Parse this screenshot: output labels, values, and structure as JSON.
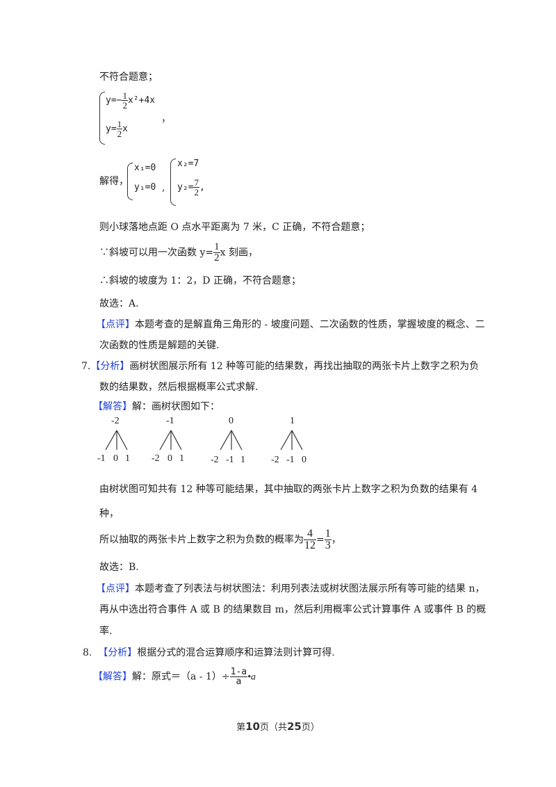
{
  "lines": {
    "l1": "不符合题意；",
    "sys1_eq1_prefix": "y=−",
    "sys1_eq1_suffix": "x²+4x",
    "sys1_eq2_prefix": "y=",
    "sys1_eq2_suffix": "x",
    "sys1_comma": "，",
    "solve_label": "解得，",
    "sol1_x": "x₁=0",
    "sol1_y": "y₁=0",
    "sol2_x": "x₂=7",
    "sol2_y_prefix": "y₂=",
    "l_ball": "则小球落地点距 O 点水平距离为 7 米，C 正确，不符合题意；",
    "l_since_prefix": "∵斜坡可以用一次函数 y=",
    "l_since_suffix": "x 刻画，",
    "l_therefore": "∴斜坡的坡度为 1：2，D 正确，不符合题意；",
    "l_choose_A": "故选：A.",
    "review6_tag": "【点评】",
    "review6_text1": "本题考查的是解直角三角形的 - 坡度问题、二次函数的性质，掌握坡度的概念、二",
    "review6_text2": "次函数的性质是解题的关键."
  },
  "q7": {
    "number": "7.",
    "analysis_tag": "【分析】",
    "analysis_text1": "画树状图展示所有 12 种等可能的结果数，再找出抽取的两张卡片上数字之积为负",
    "analysis_text2": "数的结果数，然后根据概率公式求解.",
    "answer_tag": "【解答】",
    "answer_text": "解：画树状图如下：",
    "tree": [
      {
        "root": "-2",
        "leaves": [
          "-1",
          "0",
          "1"
        ]
      },
      {
        "root": "-1",
        "leaves": [
          "-2",
          "0",
          "1"
        ]
      },
      {
        "root": "0",
        "leaves": [
          "-2",
          "-1",
          "1"
        ]
      },
      {
        "root": "1",
        "leaves": [
          "-2",
          "-1",
          "0"
        ]
      }
    ],
    "result1": "由树状图可知共有 12 种等可能结果，其中抽取的两张卡片上数字之积为负数的结果有 4",
    "result2": "种，",
    "prob_prefix": "所以抽取的两张卡片上数字之积为负数的概率为",
    "prob_frac1_num": "4",
    "prob_frac1_den": "12",
    "prob_eq": "=",
    "prob_frac2_num": "1",
    "prob_frac2_den": "3",
    "prob_suffix": "，",
    "choose": "故选：B.",
    "review_tag": "【点评】",
    "review_text1": "本题考查了列表法与树状图法：利用列表法或树状图法展示所有等可能的结果 n，",
    "review_text2": "再从中选出符合事件 A 或 B 的结果数目 m，然后利用概率公式计算事件 A 或事件 B 的概",
    "review_text3": "率."
  },
  "q8": {
    "number": "8.",
    "analysis_tag": "【分析】",
    "analysis_text": "根据分式的混合运算顺序和运算法则计算可得.",
    "answer_tag": "【解答】",
    "answer_prefix": "解：原式＝（a - 1）÷",
    "frac_num": "1-a",
    "frac_den": "a",
    "answer_suffix": "•a"
  },
  "fractions": {
    "half_num": "1",
    "half_den": "2",
    "sev_half_num": "7",
    "sev_half_den": "2"
  },
  "footer": {
    "prefix": "第",
    "page": "10",
    "mid": "页（共",
    "total": "25",
    "suffix": "页）"
  }
}
